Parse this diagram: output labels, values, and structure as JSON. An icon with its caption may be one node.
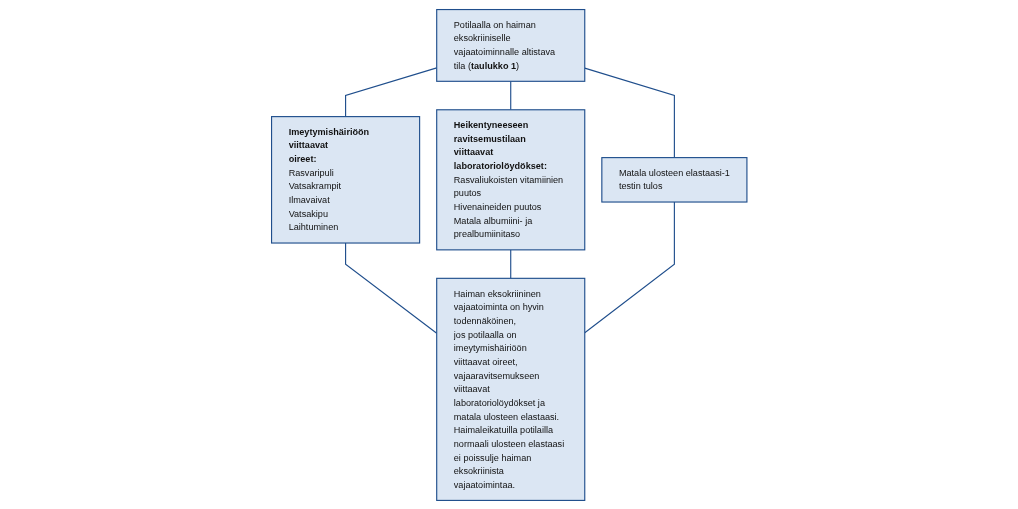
{
  "diagram": {
    "nodes": [
      {
        "text": [
          "Potilaalla on haiman eksokriiniselle vajaatoiminnalle altistava tila (**taulukko 1**)"
        ]
      },
      {
        "text": [
          "Imeytymishäiriöön viittaavat oireet:",
          "Rasvaripuli",
          "Vatsakrampit",
          "Ilmavaivat",
          "Vatsakipu",
          "Laihtuminen"
        ]
      },
      {
        "text": [
          "Heikentyneeseen ravitsemustilaan viittaavat laboratoriolöydökset:",
          "Rasvaliukoisten vitamiinien puutos",
          "Hivenaineiden puutos",
          "Matala albumiini- ja prealbumiinitaso"
        ]
      },
      {
        "text": [
          "Matala ulosteen elastaasi-1 testin tulos"
        ]
      },
      {
        "text": [
          "Haiman eksokriininen vajaatoiminta on hyvin todennäköinen, jos potilaalla on imeytymishäiriöön viittaavat oireet, vajaaravitsemukseen viittaavat laboratoriolöydökset ja matala ulosteen elastaasi. Haimaleikatuilla potilailla normaali ulosteen elastaasi ei poissulje haiman eksokriinista vajaatoimintaa."
        ]
      }
    ],
    "edges": [
      {
        "from": 0,
        "to": 1,
        "arrow": "none"
      },
      {
        "from": 0,
        "to": 2,
        "arrow": "none"
      },
      {
        "from": 0,
        "to": 3,
        "arrow": "none"
      },
      {
        "from": 1,
        "to": 4,
        "arrow": "none"
      },
      {
        "from": 2,
        "to": 4,
        "arrow": "none"
      },
      {
        "from": 3,
        "to": 4,
        "arrow": "none"
      }
    ]
  }
}
